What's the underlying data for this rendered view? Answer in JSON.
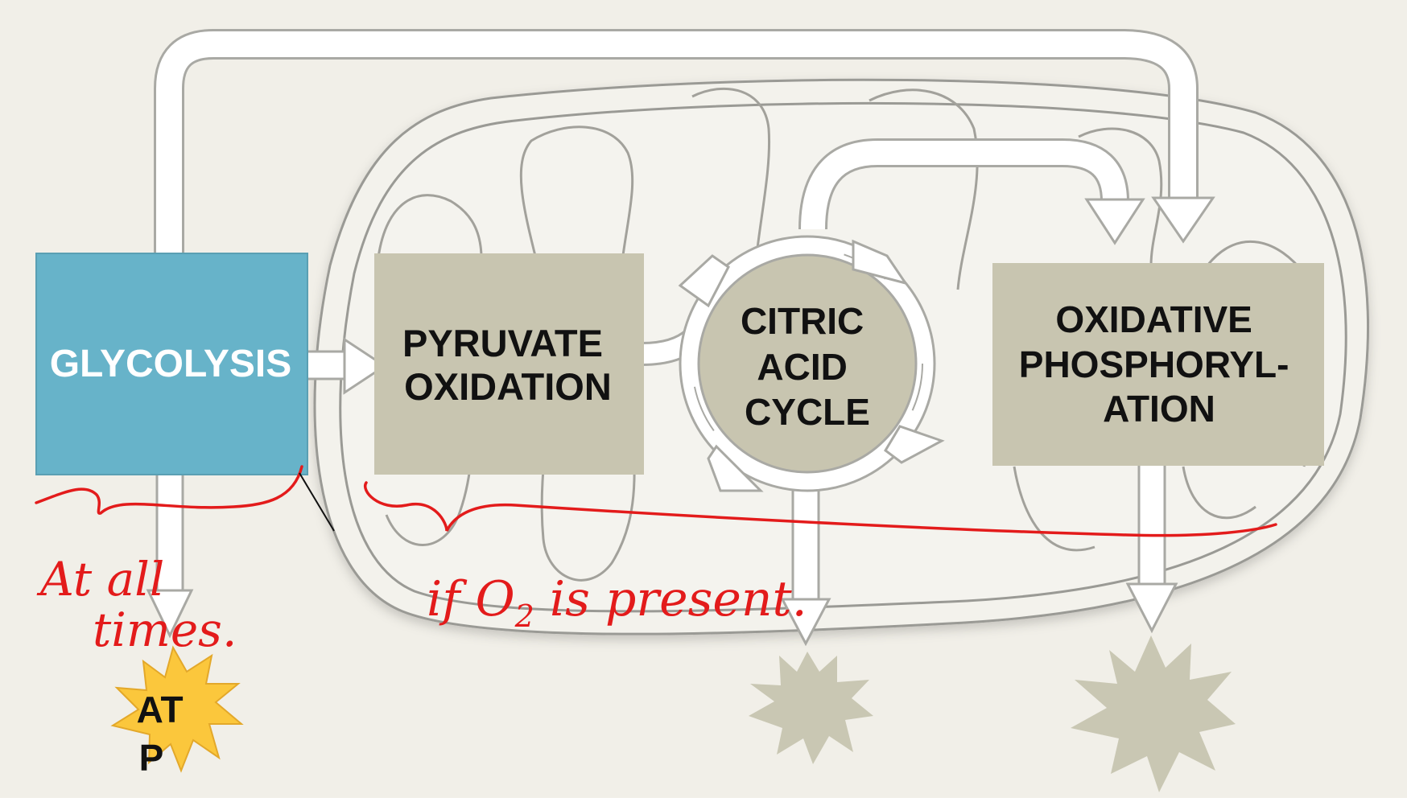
{
  "colors": {
    "background": "#f1efe8",
    "glycolysis_box": "#67b3c9",
    "stage_box": "#c8c5b0",
    "mitochondrion_outline": "#9a9a95",
    "arrow_fill": "#ffffff",
    "arrow_outline": "#a9a9a4",
    "ink": "#e31b1b",
    "atp_burst": "#fbc73c",
    "grey_burst": "#c9c7b3"
  },
  "stages": {
    "glycolysis": [
      "GLYCOLYSIS"
    ],
    "pyruvate_oxidation": [
      "PYRUVATE",
      "OXIDATION"
    ],
    "citric_acid_cycle": [
      "CITRIC",
      "ACID",
      "CYCLE"
    ],
    "oxidative_phosphorylation": [
      "OXIDATIVE",
      "PHOSPHORYL-",
      "ATION"
    ]
  },
  "atp_label": [
    "AT",
    "P"
  ],
  "annotations": {
    "glycolysis_note": [
      "At all",
      "times."
    ],
    "aerobic_note": "if  O",
    "aerobic_note_subscript": "2",
    "aerobic_note_rest": "  is  present."
  },
  "icons": {
    "atp_burst": "starburst-icon",
    "energy_burst": "starburst-icon"
  }
}
